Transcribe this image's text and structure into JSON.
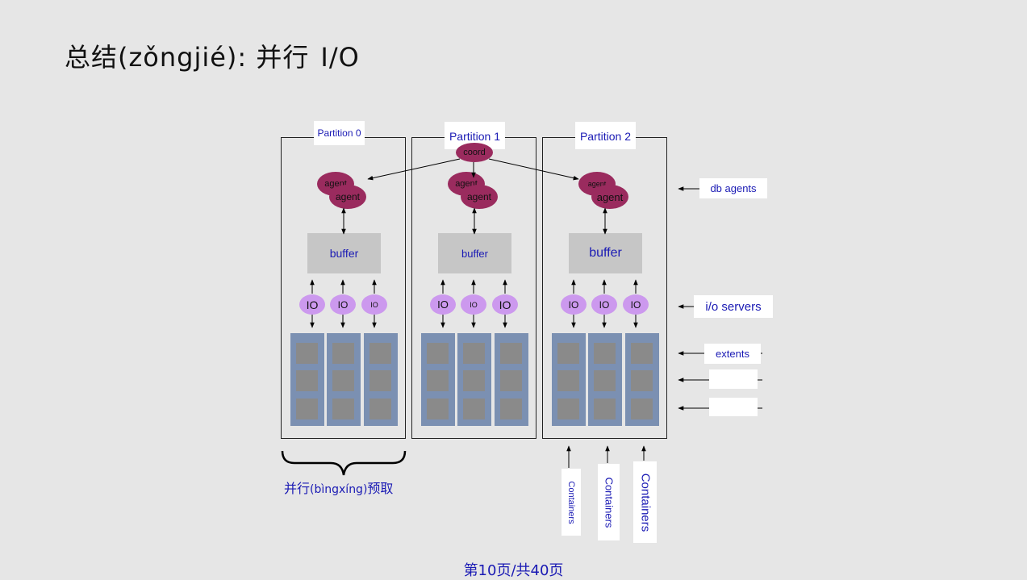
{
  "title": {
    "prefix": "总结(zǒngjié): 并行",
    "suffix": "I/O"
  },
  "partitions": [
    {
      "label": "Partition 0",
      "agent_labels": [
        "agent",
        "agent"
      ],
      "buffer": "buffer",
      "io": [
        "IO",
        "IO",
        "IO"
      ]
    },
    {
      "label": "Partition 1",
      "agent_labels": [
        "agent",
        "agent"
      ],
      "buffer": "buffer",
      "io": [
        "IO",
        "IO",
        "IO"
      ]
    },
    {
      "label": "Partition 2",
      "agent_labels": [
        "agent",
        "agent"
      ],
      "buffer": "buffer",
      "io": [
        "IO",
        "IO",
        "IO"
      ]
    }
  ],
  "coordinator": "coord",
  "side_labels": {
    "db_agents": "db agents",
    "io_servers": "i/o servers",
    "extents": "extents"
  },
  "containers": [
    "Containers",
    "Containers",
    "Containers"
  ],
  "prefetch": {
    "a": "并行",
    "b": "(bìngxíng)",
    "c": "预取"
  },
  "footer": "第10页/共40页",
  "colors": {
    "agent": "#9a2b5e",
    "io": "#cc99ee",
    "container": "#7b90b2",
    "extent": "#8a8a8a",
    "buffer": "#c6c6c6",
    "label_text": "#1a1ab4"
  }
}
